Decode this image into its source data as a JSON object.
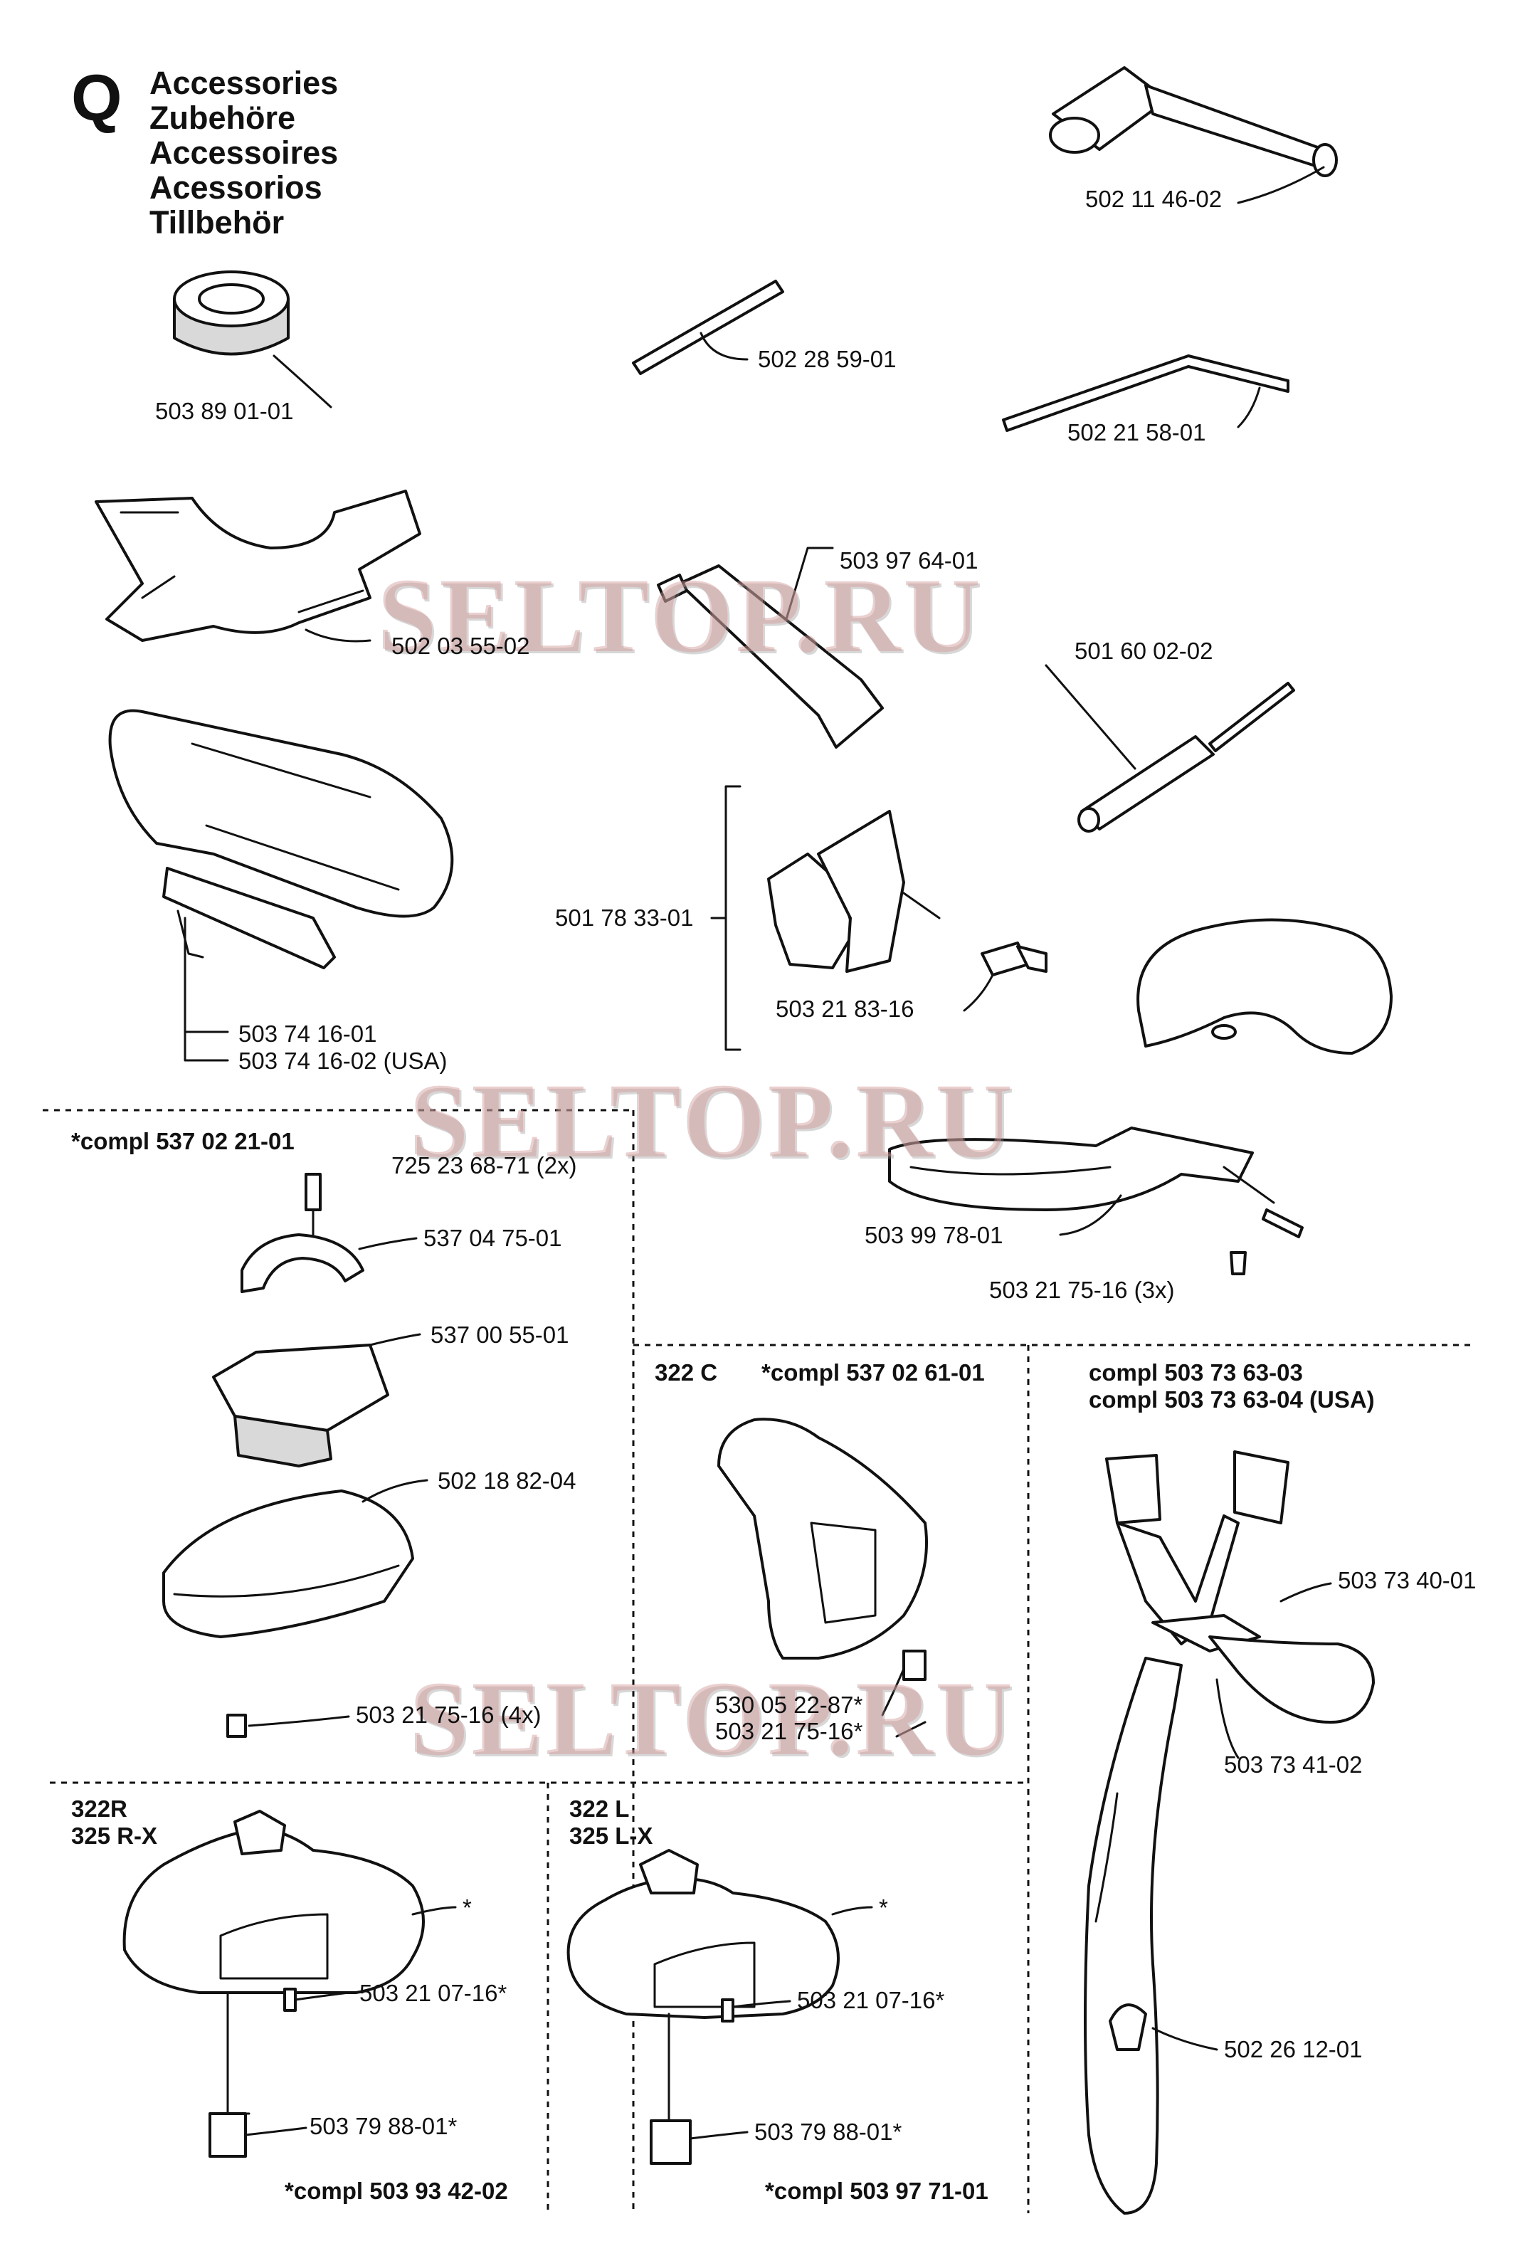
{
  "section_letter": "Q",
  "title_lines": [
    "Accessories",
    "Zubehöre",
    "Accessoires",
    "Acessorios",
    "Tillbehör"
  ],
  "watermark": "SELTOP.RU",
  "parts": {
    "wrench": "502 11 46-02",
    "rod": "502 28 59-01",
    "air_filter_ring": "503 89 01-01",
    "bent_rod": "502 21 58-01",
    "harness_pad": "502 03 55-02",
    "grease_tube": "503 97 64-01",
    "screwdriver": "501 60 02-02",
    "shoulder_strap_a": "503 74 16-01",
    "shoulder_strap_b": "503 74 16-02 (USA)",
    "clamp": "501 78 33-01",
    "clamp_screw": "503 21 83-16",
    "loop_handle": "503 99 78-01",
    "loop_screw": "503 21 75-16 (3x)"
  },
  "kit_537_02_21": {
    "header": "*compl 537 02 21-01",
    "screw": "725 23 68-71 (2x)",
    "clamp": "537 04 75-01",
    "bracket": "537 00 55-01",
    "guard": "502 18 82-04",
    "guard_screw": "503 21 75-16 (4x)"
  },
  "kit_322c": {
    "model": "322 C",
    "header": "*compl 537 02 61-01",
    "blade": "530 05 22-87*",
    "screw": "503 21 75-16*"
  },
  "kit_harness": {
    "header_a": "compl 503 73 63-03",
    "header_b": "compl 503 73 63-04 (USA)",
    "buckle": "503 73 40-01",
    "strap": "503 73 41-02",
    "hook": "502 26 12-01"
  },
  "kit_322r": {
    "model_a": "322R",
    "model_b": "325 R-X",
    "star": "*",
    "screw": "503 21 07-16*",
    "blade": "503 79 88-01*",
    "footer": "*compl 503 93 42-02"
  },
  "kit_322l": {
    "model_a": "322 L",
    "model_b": "325 L-X",
    "star": "*",
    "screw": "503 21 07-16*",
    "blade": "503 79 88-01*",
    "footer": "*compl 503 97 71-01"
  }
}
